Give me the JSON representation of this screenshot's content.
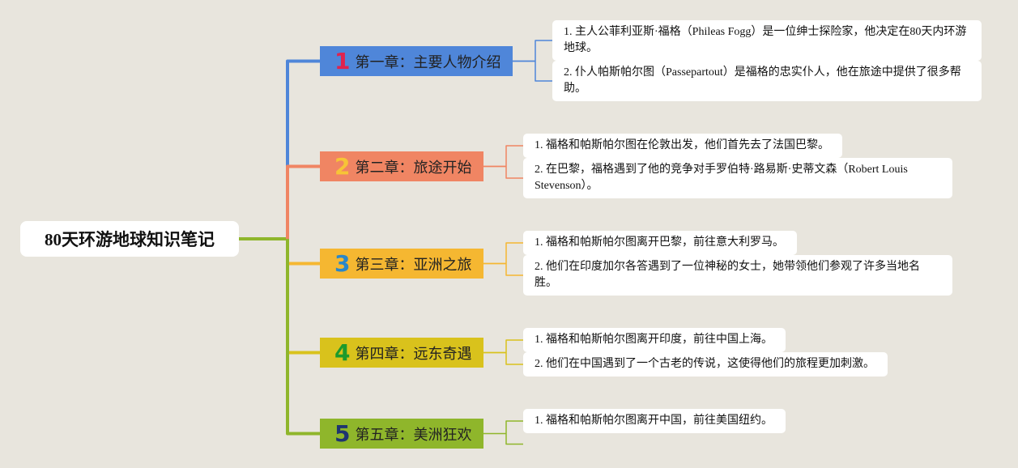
{
  "mindmap": {
    "root": "80天环游地球知识笔记",
    "chapters": [
      {
        "number": "1",
        "title": "第一章：主要人物介绍",
        "color": "#4f86d9",
        "number_color": "#e0234e",
        "notes": [
          "1. 主人公菲利亚斯·福格（Phileas Fogg）是一位绅士探险家，他决定在80天内环游地球。",
          "2. 仆人帕斯帕尔图（Passepartout）是福格的忠实仆人，他在旅途中提供了很多帮助。"
        ]
      },
      {
        "number": "2",
        "title": "第二章：旅途开始",
        "color": "#f08563",
        "number_color": "#f7c437",
        "notes": [
          "1. 福格和帕斯帕尔图在伦敦出发，他们首先去了法国巴黎。",
          "2. 在巴黎，福格遇到了他的竞争对手罗伯特·路易斯·史蒂文森（Robert Louis Stevenson）。"
        ]
      },
      {
        "number": "3",
        "title": "第三章：亚洲之旅",
        "color": "#f5b731",
        "number_color": "#2a87c8",
        "notes": [
          "1. 福格和帕斯帕尔图离开巴黎，前往意大利罗马。",
          "2. 他们在印度加尔各答遇到了一位神秘的女士，她带领他们参观了许多当地名胜。"
        ]
      },
      {
        "number": "4",
        "title": "第四章：远东奇遇",
        "color": "#d9c21c",
        "number_color": "#1c9a2c",
        "notes": [
          "1. 福格和帕斯帕尔图离开印度，前往中国上海。",
          "2. 他们在中国遇到了一个古老的传说，这使得他们的旅程更加刺激。"
        ]
      },
      {
        "number": "5",
        "title": "第五章：美洲狂欢",
        "color": "#8fb62b",
        "number_color": "#1f3570",
        "notes": [
          "1. 福格和帕斯帕尔图离开中国，前往美国纽约。"
        ]
      }
    ],
    "trunk_color": "#8fb62b"
  }
}
